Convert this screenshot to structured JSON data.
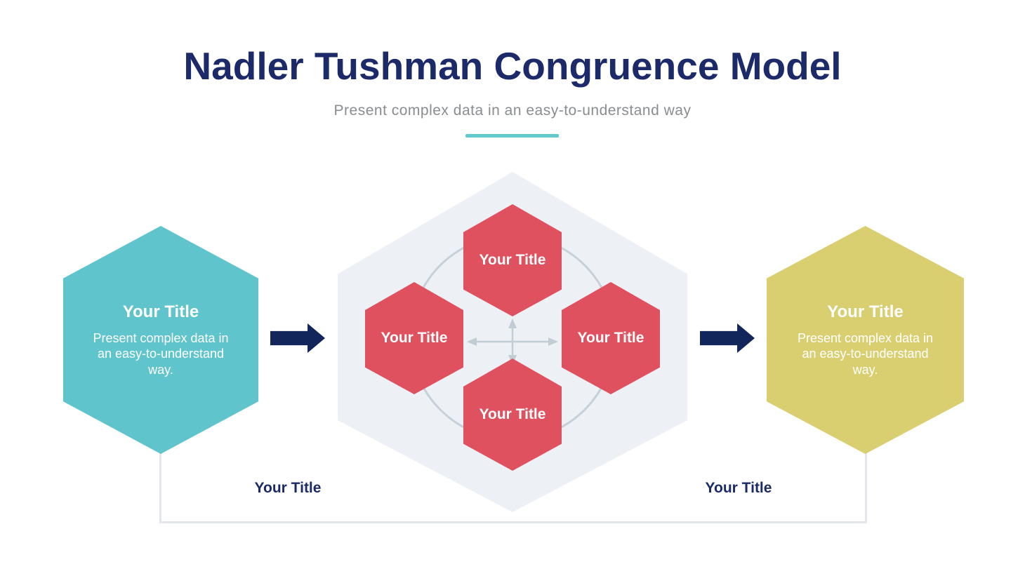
{
  "header": {
    "title": "Nadler Tushman Congruence Model",
    "subtitle": "Present complex data in an easy-to-understand way"
  },
  "left_hexagon": {
    "title": "Your Title",
    "body": "Present complex data in an easy-to-understand way."
  },
  "right_hexagon": {
    "title": "Your Title",
    "body": "Present complex data in an easy-to-understand way."
  },
  "center_model": {
    "hexagons": [
      {
        "position": "top",
        "label": "Your Title"
      },
      {
        "position": "left",
        "label": "Your Title"
      },
      {
        "position": "right",
        "label": "Your Title"
      },
      {
        "position": "bottom",
        "label": "Your Title"
      }
    ]
  },
  "bottom_labels": [
    {
      "label": "Your Title"
    },
    {
      "label": "Your Title"
    }
  ],
  "colors": {
    "title_navy": "#1c2a6a",
    "subtitle_gray": "#8a8d90",
    "accent_teal": "#5fc4cb",
    "accent_yellow": "#d9ce70",
    "accent_red": "#e0515f",
    "arrow_navy": "#13265b",
    "center_panel_gray": "#edf1f5",
    "circle_line_gray": "#c7d0d9",
    "bracket_line_gray": "#e3e7eb"
  }
}
